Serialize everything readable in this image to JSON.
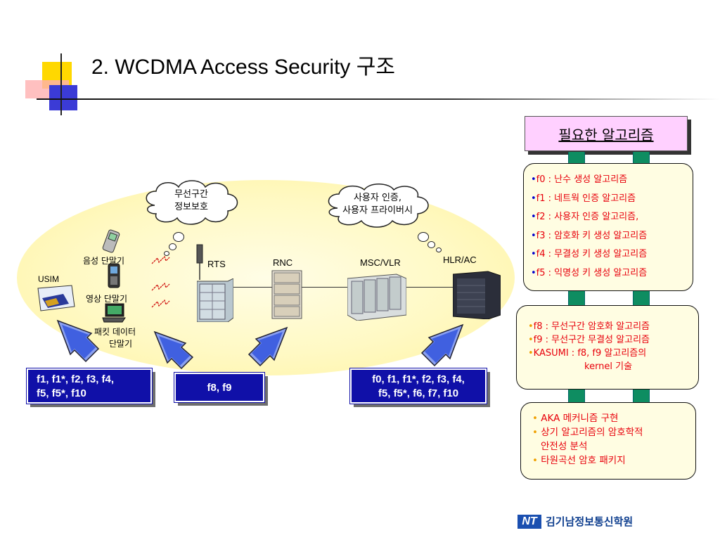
{
  "title": "2. WCDMA Access Security 구조",
  "clouds": {
    "left": [
      "무선구간",
      "정보보호"
    ],
    "right": [
      "사용자 인증,",
      "사용자 프라이버시"
    ]
  },
  "devices": {
    "phone1": "음성 단말기",
    "phone2": "영상 단말기",
    "laptop": [
      "패킷 데이터",
      "단말기"
    ],
    "usim": "USIM",
    "rts": "RTS",
    "rnc": "RNC",
    "msc": "MSC/VLR",
    "hlr": "HLR/AC"
  },
  "function_boxes": [
    [
      "f1, f1*, f2, f3, f4,",
      "f5, f5*,  f10"
    ],
    [
      "f8, f9"
    ],
    [
      "f0, f1, f1*, f2, f3, f4,",
      "f5, f5*, f6, f7, f10"
    ]
  ],
  "panel": {
    "header": "필요한 알고리즘",
    "box1": [
      "f0 : 난수 생성 알고리즘",
      "f1 : 네트웍 인증 알고리즘",
      "f2 : 사용자 인증 알고리즘,",
      "f3 : 암호화 키 생성 알고리즘",
      "f4 : 무결성 키 생성 알고리즘",
      "f5 : 익명성 키 생성 알고리즘"
    ],
    "box2": [
      "f8 : 무선구간 암호화 알고리즘",
      "f9 : 무선구간 무결성 알고리즘",
      "KASUMI : f8, f9 알고리즘의",
      "kernel 기술"
    ],
    "box3": [
      "AKA 메커니즘 구현",
      "상기 알고리즘의 암호학적",
      "안전성 분석",
      "타원곡선 암호 패키지"
    ]
  },
  "logo": {
    "mark": "NT",
    "text": "김기남정보통신학원"
  },
  "colors": {
    "fbox_blue": "#1010a8",
    "connector_green": "#0e8d61",
    "panel_text_red": "#e8000b",
    "header_pink": "#ffd0ff"
  }
}
